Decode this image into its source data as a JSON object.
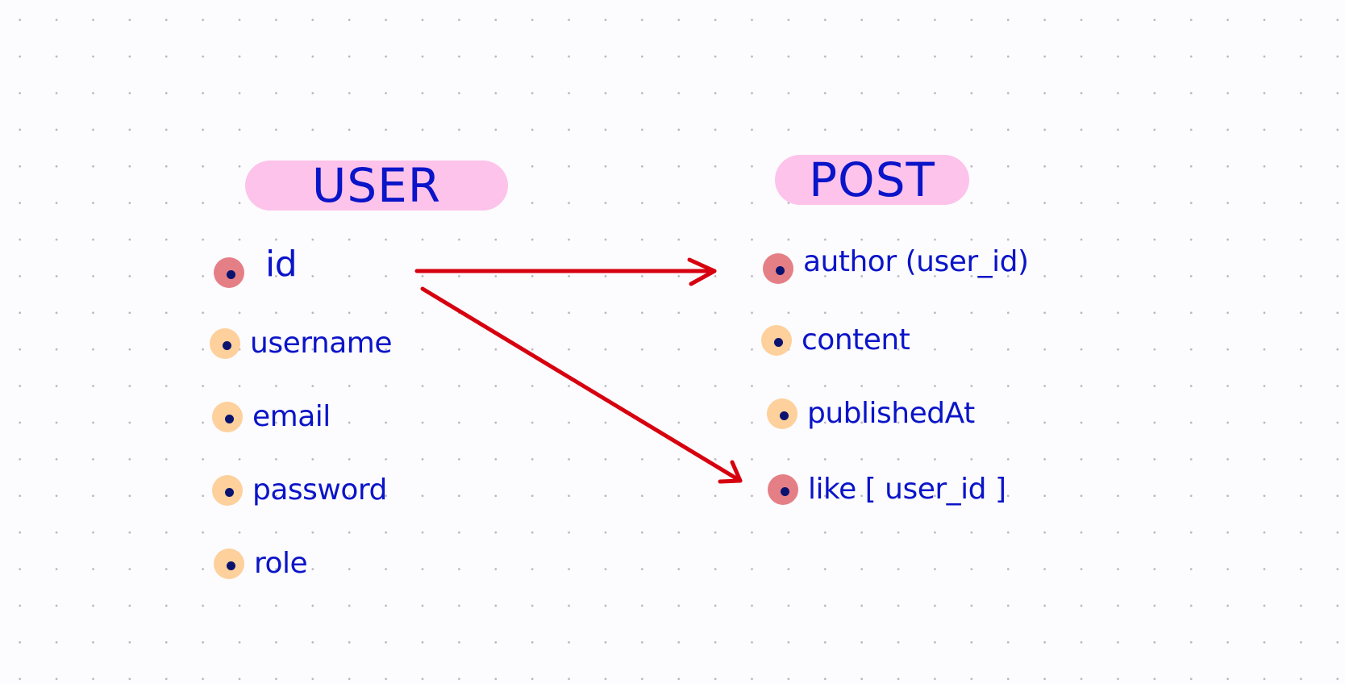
{
  "colors": {
    "background": "#fcfbfd",
    "grid_dot": "#b9b6c2",
    "ink": "#0a14c8",
    "title_highlight": "#fdc3ea",
    "key_dot": "#e57f86",
    "attr_dot": "#fdd09c",
    "arrow": "#d6000f"
  },
  "entities": {
    "user": {
      "title": "USER",
      "fields": [
        {
          "label": "id",
          "kind": "key"
        },
        {
          "label": "username",
          "kind": "attribute"
        },
        {
          "label": "email",
          "kind": "attribute"
        },
        {
          "label": "password",
          "kind": "attribute"
        },
        {
          "label": "role",
          "kind": "attribute"
        }
      ]
    },
    "post": {
      "title": "POST",
      "fields": [
        {
          "label": "author (user_id)",
          "kind": "key"
        },
        {
          "label": "content",
          "kind": "attribute"
        },
        {
          "label": "publishedAt",
          "kind": "attribute"
        },
        {
          "label": "like [ user_id ]",
          "kind": "key"
        }
      ]
    }
  },
  "relations": [
    {
      "from": "user.id",
      "to": "post.author (user_id)"
    },
    {
      "from": "user.id",
      "to": "post.like [ user_id ]"
    }
  ]
}
